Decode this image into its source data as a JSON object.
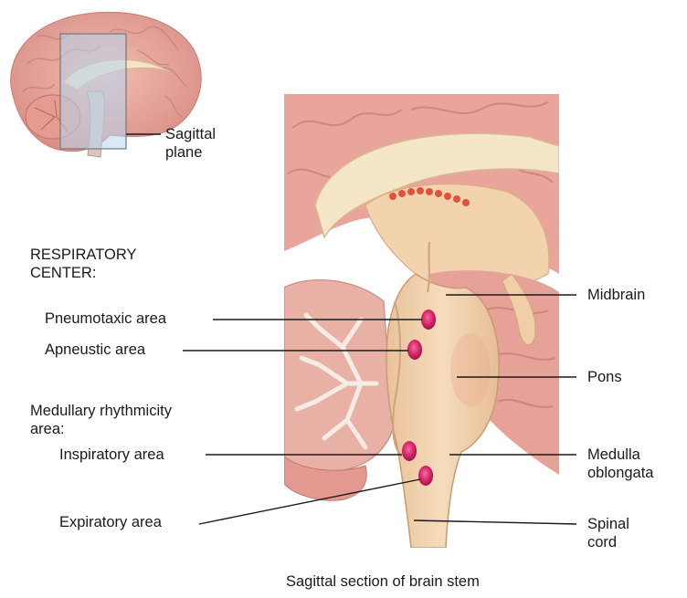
{
  "inset": {
    "plane_label_line1": "Sagittal",
    "plane_label_line2": "plane"
  },
  "respiratory_center": {
    "heading_line1": "RESPIRATORY",
    "heading_line2": "CENTER:",
    "pneumotaxic": "Pneumotaxic area",
    "apneustic": "Apneustic area",
    "medullary_line1": "Medullary rhythmicity",
    "medullary_line2": "area:",
    "inspiratory": "Inspiratory area",
    "expiratory": "Expiratory area"
  },
  "brainstem_parts": {
    "midbrain": "Midbrain",
    "pons": "Pons",
    "medulla_line1": "Medulla",
    "medulla_line2": "oblongata",
    "spinal_line1": "Spinal",
    "spinal_line2": "cord"
  },
  "caption": "Sagittal section of brain stem",
  "colors": {
    "area_marker": "#d6246a",
    "brain_tissue": "#e8a8a0",
    "brainstem": "#f3d7b5",
    "leader_line": "#1a1a1a"
  }
}
